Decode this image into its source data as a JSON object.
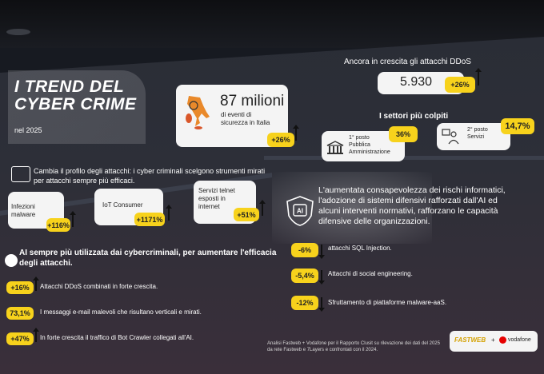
{
  "colors": {
    "accent_yellow": "#f7d21c",
    "background_dark": "#2a2d36",
    "card_white": "#f4f4f4"
  },
  "header": {
    "title": "I TREND DEL CYBER CRIME",
    "title_line1": "I TREND DEL",
    "title_line2": "CYBER CRIME",
    "subtitle": "nel 2025"
  },
  "events": {
    "value": "87 milioni",
    "desc_line1": "di eventi di",
    "desc_line2": "sicurezza in Italia",
    "growth": "+26%"
  },
  "profile": {
    "intro_line1": "Cambia il profilo degli attacchi: i cyber criminali scelgono strumenti mirati",
    "intro_line2": "per attacchi sempre più efficaci.",
    "cards": [
      {
        "label_line1": "Infezioni",
        "label_line2": "malware",
        "label_line3": "",
        "value": "+116%"
      },
      {
        "label_line1": "IoT Consumer",
        "label_line2": "",
        "label_line3": "",
        "value": "+1171%"
      },
      {
        "label_line1": "Servizi telnet",
        "label_line2": "esposti in",
        "label_line3": "internet",
        "value": "+51%"
      }
    ]
  },
  "ai": {
    "heading_line1": "AI sempre più utilizzata dai cybercriminali, per aumentare l'efficacia",
    "heading_line2": "degli attacchi.",
    "items": [
      {
        "value": "+16%",
        "text": "Attacchi DDoS combinati in forte crescita."
      },
      {
        "value": "73,1%",
        "text": "I messaggi e-mail malevoli che risultano verticali e mirati."
      },
      {
        "value": "+47%",
        "text": "In forte crescita il traffico di Bot Crawler collegati all'AI."
      }
    ]
  },
  "ddos": {
    "heading": "Ancora in crescita gli attacchi DDoS",
    "value": "5.930",
    "growth": "+26%"
  },
  "sectors": {
    "heading": "I settori più colpiti",
    "first": {
      "rank": "1° posto",
      "name_line1": "Pubblica",
      "name_line2": "Amministrazione",
      "value": "36%"
    },
    "second": {
      "rank": "2° posto",
      "name": "Servizi",
      "value": "14,7%"
    }
  },
  "awareness": {
    "icon_text": "AI",
    "line1": "L'aumentata consapevolezza dei rischi informatici,",
    "line2": "l'adozione di sistemi difensivi rafforzati dall'AI ed",
    "line3": "alcuni interventi normativi, rafforzano le capacità",
    "line4": "difensive delle organizzazioni.",
    "items": [
      {
        "value": "-6%",
        "text": "attacchi SQL Injection."
      },
      {
        "value": "-5,4%",
        "text": "Attacchi di social engineering."
      },
      {
        "value": "-12%",
        "text": "Sfruttamento di piattaforme malware-aaS."
      }
    ]
  },
  "footer": {
    "source_line1": "Analisi Fastweb + Vodafone per il Rapporto Clusit su rilevazione dei dati del 2025",
    "source_line2": "da rete Fastweb e 7Layers e confrontati con il 2024.",
    "brand1": "FASTWEB",
    "plus": "+",
    "brand2": "vodafone"
  }
}
